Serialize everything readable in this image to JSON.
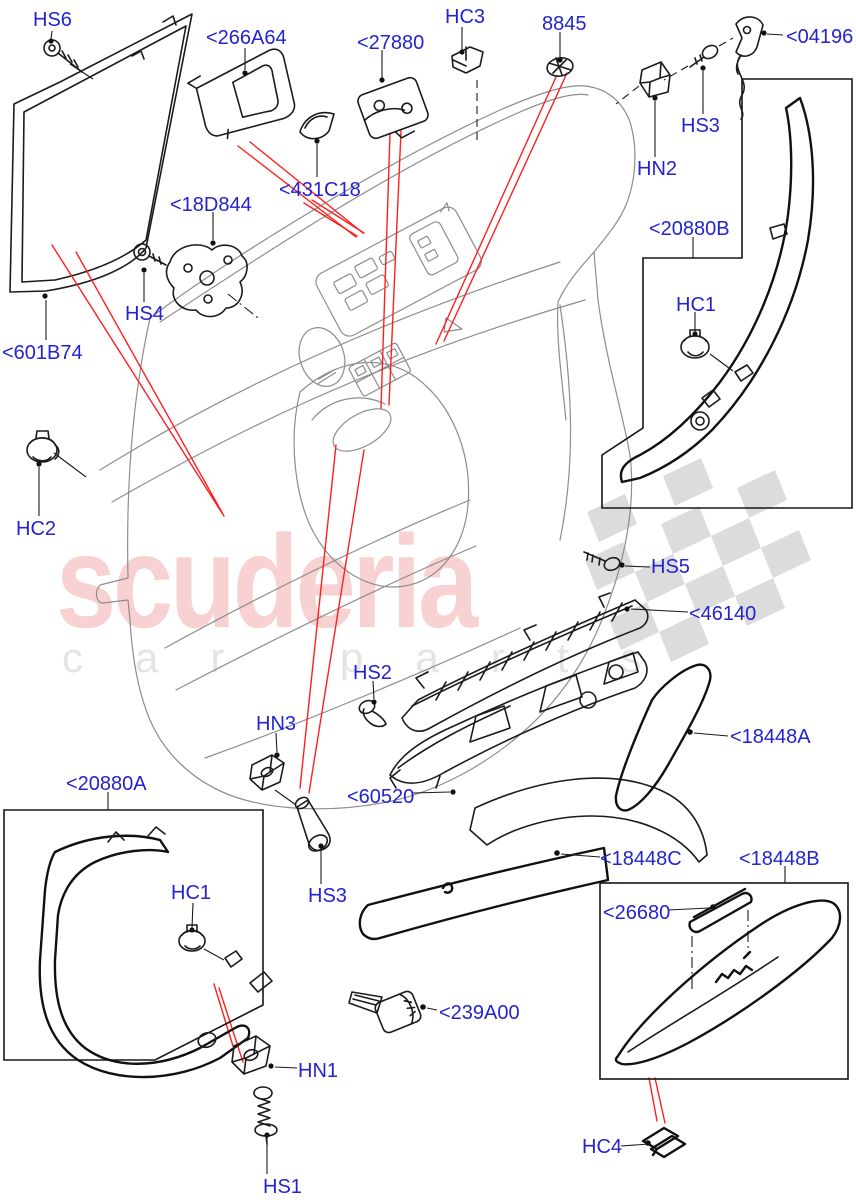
{
  "diagram_title": "Front door trim installation - exploded parts diagram",
  "watermark": {
    "primary": "scuderia",
    "secondary": "car parts"
  },
  "colors": {
    "label_blue": "#2323cf",
    "leader_red": "#ff1f1f",
    "part_line": "#1b1b1b",
    "panel_line": "#8d8d8d",
    "watermark_pink": "#f8d2d2",
    "watermark_gray": "#e4e4e4",
    "checker_gray": "#dcdcdc"
  },
  "labels": [
    {
      "id": "HS6",
      "text": "HS6"
    },
    {
      "id": "266A64",
      "text": "<266A64"
    },
    {
      "id": "27880",
      "text": "<27880"
    },
    {
      "id": "HC3",
      "text": "HC3"
    },
    {
      "id": "8845",
      "text": "8845"
    },
    {
      "id": "04196",
      "text": "<04196"
    },
    {
      "id": "HS3-top",
      "text": "HS3"
    },
    {
      "id": "HN2",
      "text": "HN2"
    },
    {
      "id": "431C18",
      "text": "<431C18"
    },
    {
      "id": "18D844",
      "text": "<18D844"
    },
    {
      "id": "20880B",
      "text": "<20880B"
    },
    {
      "id": "HS4",
      "text": "HS4"
    },
    {
      "id": "HC1-right",
      "text": "HC1"
    },
    {
      "id": "601B74",
      "text": "<601B74"
    },
    {
      "id": "HC2",
      "text": "HC2"
    },
    {
      "id": "HS5",
      "text": "HS5"
    },
    {
      "id": "46140",
      "text": "<46140"
    },
    {
      "id": "HS2",
      "text": "HS2"
    },
    {
      "id": "18448A",
      "text": "<18448A"
    },
    {
      "id": "HN3",
      "text": "HN3"
    },
    {
      "id": "60520",
      "text": "<60520"
    },
    {
      "id": "20880A",
      "text": "<20880A"
    },
    {
      "id": "18448C",
      "text": "<18448C"
    },
    {
      "id": "18448B",
      "text": "<18448B"
    },
    {
      "id": "HC1-left",
      "text": "HC1"
    },
    {
      "id": "26680",
      "text": "<26680"
    },
    {
      "id": "HS3-bottom",
      "text": "HS3"
    },
    {
      "id": "239A00",
      "text": "<239A00"
    },
    {
      "id": "HN1",
      "text": "HN1"
    },
    {
      "id": "HS1",
      "text": "HS1"
    },
    {
      "id": "HC4",
      "text": "HC4"
    }
  ]
}
